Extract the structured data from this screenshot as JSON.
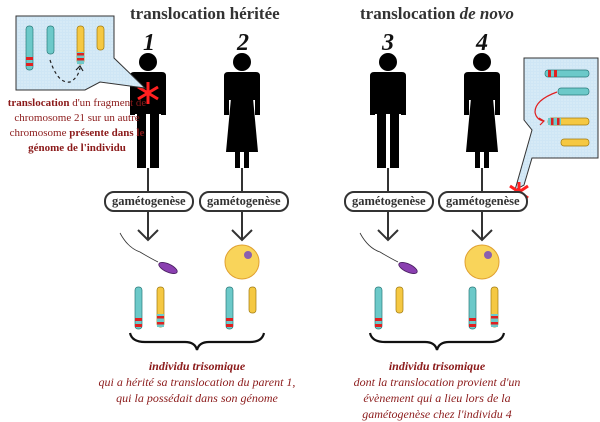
{
  "sections": {
    "inherited_title": "translocation héritée",
    "denovo_title_prefix": "translocation ",
    "denovo_title_italic": "de novo"
  },
  "individuals": [
    {
      "number": "1",
      "sex": "male",
      "carrier": true
    },
    {
      "number": "2",
      "sex": "female",
      "carrier": false
    },
    {
      "number": "3",
      "sex": "male",
      "carrier": false
    },
    {
      "number": "4",
      "sex": "female",
      "carrier": false
    }
  ],
  "gametogenesis_label": "gamétogenèse",
  "carrier_note": {
    "bold1": "translocation",
    "text1": " d'un fragment de chromosome 21 sur un autre chromosome ",
    "bold2": "présente dans le génome de l'individu"
  },
  "conclusions": [
    {
      "heading": "individu trisomique",
      "body": "qui a hérité sa translocation du parent 1, qui la possédait dans son génome"
    },
    {
      "heading": "individu trisomique",
      "body": "dont la translocation provient d'un évènement qui a lieu lors de la gamétogenèse chez l'individu 4"
    }
  ],
  "colors": {
    "chromosome_21": "#6cc9c9",
    "other_chromosome": "#f5c842",
    "band": "#e02020",
    "text_red": "#8b1a1a",
    "callout_bg": "#cfe6f5",
    "egg": "#f9d45a",
    "sperm": "#8a3fb0"
  }
}
